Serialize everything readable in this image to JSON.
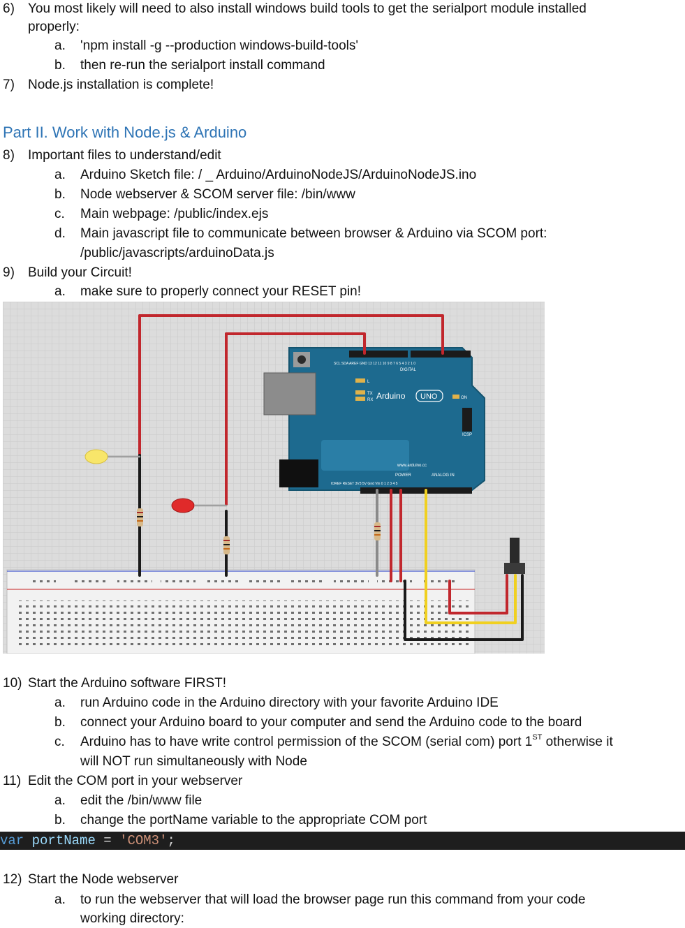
{
  "steps": {
    "s6": {
      "num": "6)",
      "text": "You most likely will need to also install windows build tools to get the serialport module installed",
      "cont": "properly:",
      "a": {
        "l": "a.",
        "t": "'npm install -g --production windows-build-tools'"
      },
      "b": {
        "l": "b.",
        "t": "then re-run the serialport install command"
      }
    },
    "s7": {
      "num": "7)",
      "text": "Node.js installation is complete!"
    },
    "heading": "Part II. Work with Node.js & Arduino",
    "s8": {
      "num": "8)",
      "text": "Important files to understand/edit",
      "a": {
        "l": "a.",
        "t": "Arduino Sketch file: / _ Arduino/ArduinoNodeJS/ArduinoNodeJS.ino"
      },
      "b": {
        "l": "b.",
        "t": "Node webserver & SCOM server file: /bin/www"
      },
      "c": {
        "l": "c.",
        "t": "Main webpage: /public/index.ejs"
      },
      "d": {
        "l": "d.",
        "t": "Main javascript file to communicate between browser & Arduino via SCOM port:",
        "cont": "/public/javascripts/arduinoData.js"
      }
    },
    "s9": {
      "num": "9)",
      "text": "Build your Circuit!",
      "a": {
        "l": "a.",
        "t": "make sure to properly connect your RESET pin!"
      }
    },
    "s10": {
      "num": "10)",
      "text": "Start the Arduino software FIRST!",
      "a": {
        "l": "a.",
        "t": "run Arduino code in the Arduino directory with your favorite Arduino IDE"
      },
      "b": {
        "l": "b.",
        "t": "connect your Arduino board to your computer and send the Arduino code to the board"
      },
      "c": {
        "l": "c.",
        "t1": "Arduino has to have write control permission of the SCOM (serial com) port 1",
        "sup": "ST",
        "t2": " otherwise it",
        "cont": "will NOT run simultaneously with Node"
      }
    },
    "s11": {
      "num": "11)",
      "text": "Edit the COM port in your webserver",
      "a": {
        "l": "a.",
        "t": "edit the /bin/www file"
      },
      "b": {
        "l": "b.",
        "t": "change the portName variable to the appropriate COM port"
      }
    },
    "s12": {
      "num": "12)",
      "text": "Start the Node webserver",
      "a": {
        "l": "a.",
        "t": "to run the webserver that will load the browser page run this command from your code",
        "cont": "working directory:"
      }
    }
  },
  "code": {
    "kw": "var",
    "id": "portName",
    "op1": " = ",
    "str": "'COM3'",
    "op2": ";"
  },
  "board": {
    "brand": "Arduino",
    "model": "UNO",
    "digital": "DIGITAL",
    "power": "POWER",
    "analog": "ANALOG IN",
    "icsp": "ICSP",
    "on": "ON",
    "url": "www.arduino.cc",
    "l": "L",
    "tx": "TX",
    "rx": "RX",
    "toplabels": "SCL SDA AREF GND 13 12 11 10 9 8   7 6 5 4 3 2 1 0",
    "bottomlabels": "IOREF RESET 3V3 5V Gnd Vin   0 1 2 3 4 5"
  }
}
